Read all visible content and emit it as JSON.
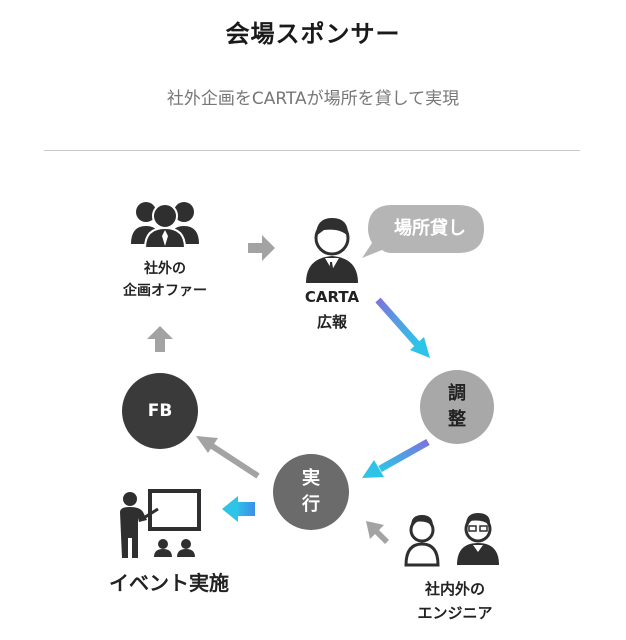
{
  "header": {
    "title": "会場スポンサー",
    "subtitle": "社外企画をCARTAが場所を貸して実現"
  },
  "nodes": {
    "external_planners": {
      "line1": "社外の",
      "line2": "企画オファー",
      "icon": "group-people-icon"
    },
    "carta_pr": {
      "line1": "CARTA",
      "line2": "広報",
      "icon": "person-businessman-icon"
    },
    "speech_bubble": {
      "text": "場所貸し"
    },
    "adjust": {
      "line1": "調",
      "line2": "整"
    },
    "execute": {
      "line1": "実",
      "line2": "行"
    },
    "fb": {
      "text": "FB"
    },
    "engineers": {
      "line1": "社内外の",
      "line2": "エンジニア",
      "icon": "engineers-icon"
    },
    "event": {
      "text": "イベント実施",
      "icon": "presentation-icon"
    }
  },
  "colors": {
    "gray_arrow": "#a3a3a3",
    "dark_circle": "#3a3a3a",
    "mid_circle": "#6b6b6b",
    "light_circle": "#a8a8a8",
    "bubble": "#b5b5b5",
    "gradient_start": "#7b74de",
    "gradient_end": "#2ec4e8",
    "icon_dark": "#2f2f2f"
  }
}
